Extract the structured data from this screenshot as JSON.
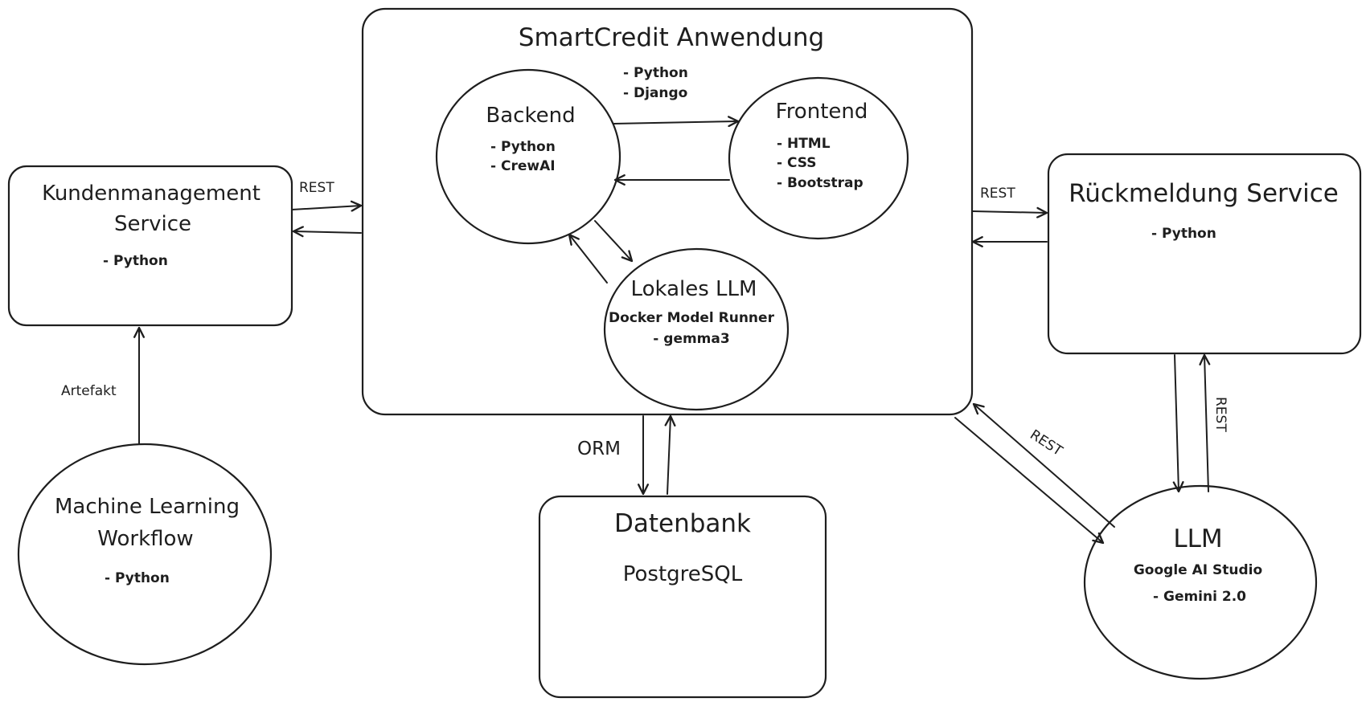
{
  "nodes": {
    "app": {
      "title": "SmartCredit Anwendung"
    },
    "backend": {
      "title": "Backend",
      "items": [
        "- Python",
        "- CrewAI"
      ]
    },
    "frontend": {
      "title": "Frontend",
      "items": [
        "- HTML",
        "- CSS",
        "- Bootstrap"
      ]
    },
    "backend_frontend_note": {
      "items": [
        "- Python",
        "- Django"
      ]
    },
    "local_llm": {
      "title": "Lokales LLM",
      "items": [
        "Docker Model Runner",
        "- gemma3"
      ]
    },
    "kunden": {
      "title_lines": [
        "Kundenmanagement",
        "Service"
      ],
      "items": [
        "- Python"
      ]
    },
    "ml": {
      "title_lines": [
        "Machine Learning",
        "Workflow"
      ],
      "items": [
        "- Python"
      ]
    },
    "feedback": {
      "title": "Rückmeldung Service",
      "items": [
        "- Python"
      ]
    },
    "database": {
      "title": "Datenbank",
      "subtitle": "PostgreSQL"
    },
    "llm": {
      "title": "LLM",
      "items": [
        "Google AI Studio",
        "- Gemini 2.0"
      ]
    }
  },
  "edges": {
    "kunden_app": "REST",
    "feedback_app": "REST",
    "app_llm": "REST",
    "feedback_llm": "REST",
    "ml_kunden": "Artefakt",
    "app_db": "ORM"
  },
  "colors": {
    "stroke": "#1e1e1e",
    "fill": "#ffffff",
    "text": "#1e1e1e"
  }
}
